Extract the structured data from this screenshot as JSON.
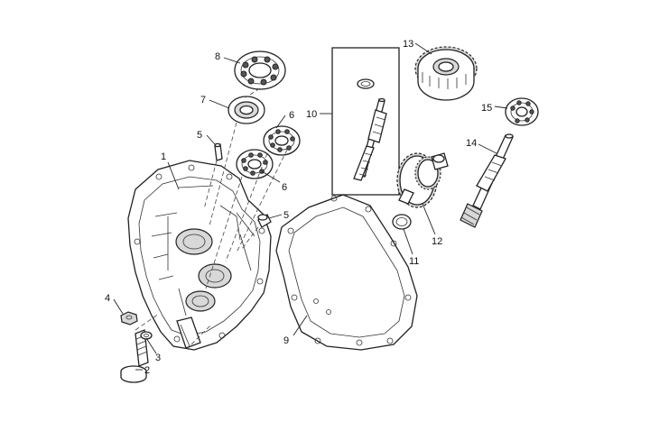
{
  "callouts": {
    "c1": "1",
    "c2": "2",
    "c3": "3",
    "c4": "4",
    "c5a": "5",
    "c5b": "5",
    "c6a": "6",
    "c6b": "6",
    "c7": "7",
    "c8": "8",
    "c9": "9",
    "c10": "10",
    "c11": "11",
    "c12": "12",
    "c13": "13",
    "c14": "14",
    "c15": "15"
  }
}
